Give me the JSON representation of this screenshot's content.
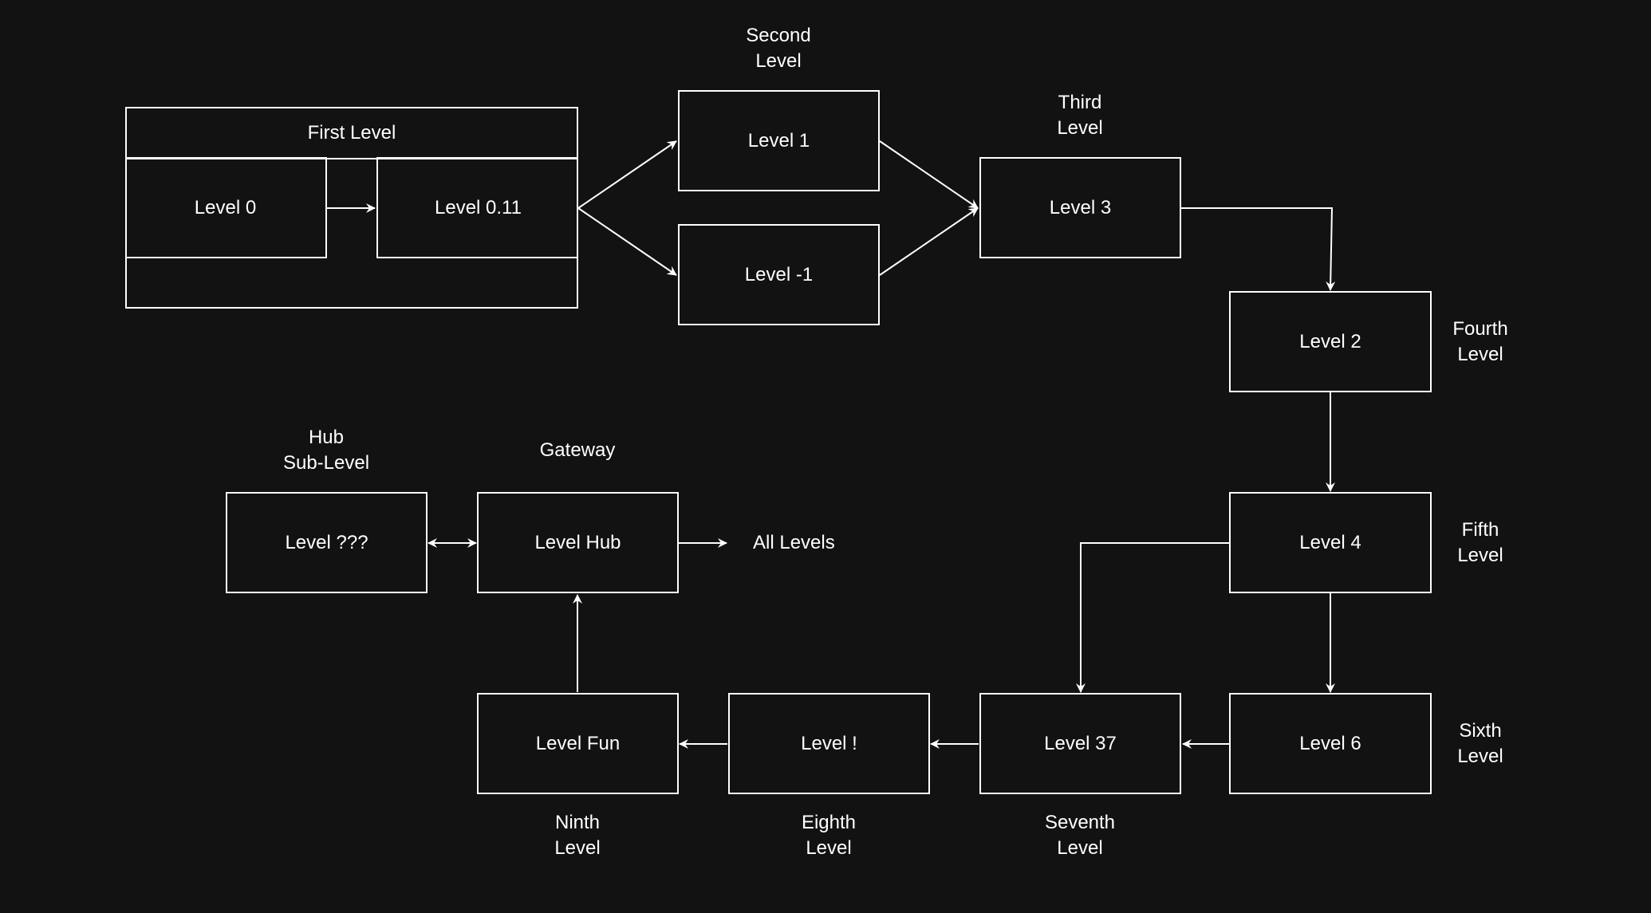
{
  "colors": {
    "background": "#121212",
    "stroke": "#ffffff",
    "text": "#ffffff"
  },
  "container": {
    "title": "First Level"
  },
  "nodes": {
    "level0": "Level 0",
    "level011": "Level 0.11",
    "level1": "Level 1",
    "levelneg1": "Level -1",
    "level3": "Level 3",
    "level2": "Level 2",
    "level4": "Level 4",
    "level6": "Level 6",
    "level37": "Level 37",
    "levelbang": "Level !",
    "levelfun": "Level Fun",
    "levelhub": "Level Hub",
    "levelqqq": "Level ???"
  },
  "labels": {
    "second": [
      "Second",
      "Level"
    ],
    "third": [
      "Third",
      "Level"
    ],
    "fourth": [
      "Fourth",
      "Level"
    ],
    "fifth": [
      "Fifth",
      "Level"
    ],
    "sixth": [
      "Sixth",
      "Level"
    ],
    "seventh": [
      "Seventh",
      "Level"
    ],
    "eighth": [
      "Eighth",
      "Level"
    ],
    "ninth": [
      "Ninth",
      "Level"
    ],
    "gateway": "Gateway",
    "hub": [
      "Hub",
      "Sub-Level"
    ]
  },
  "all_levels": "All Levels"
}
